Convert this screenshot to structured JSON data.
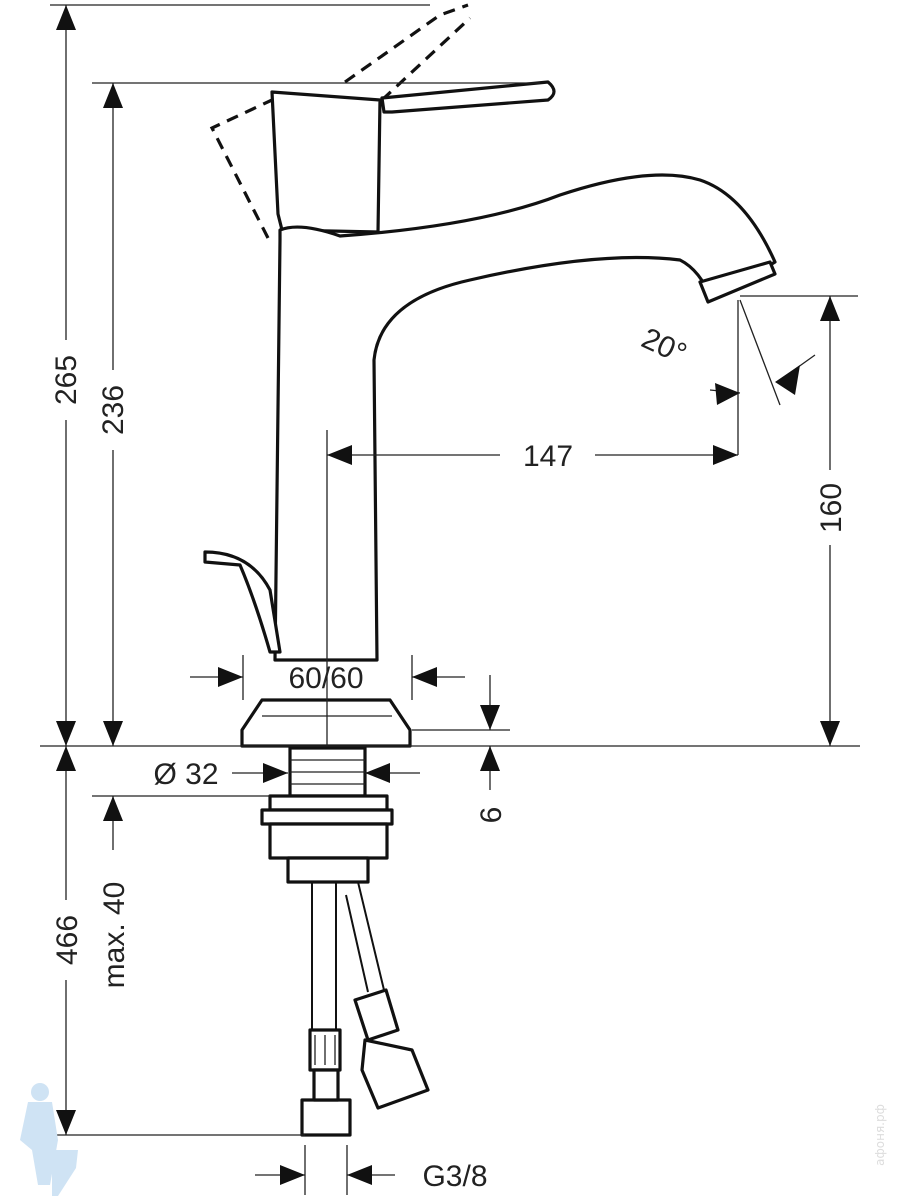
{
  "drawing": {
    "dimensions": {
      "total_height": "265",
      "body_height": "236",
      "spout_angle": "20°",
      "spout_reach": "147",
      "spout_height": "160",
      "base_size": "60/60",
      "hole_diameter": "Ø 32",
      "base_thickness": "6",
      "max_counter_thickness": "max. 40",
      "hose_length": "466",
      "connection_thread": "G3/8"
    },
    "watermark": "афоня.рф"
  }
}
